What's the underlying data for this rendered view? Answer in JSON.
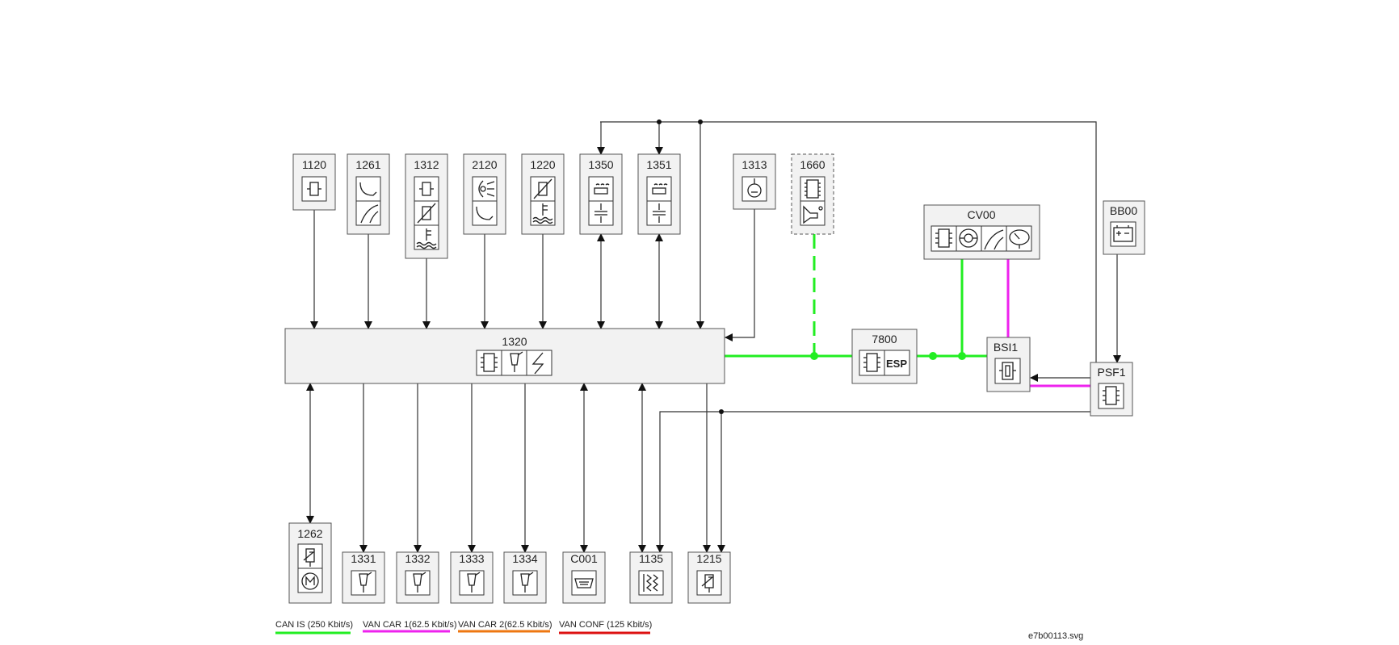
{
  "modules": {
    "m1120": "1120",
    "m1261": "1261",
    "m1312": "1312",
    "m2120": "2120",
    "m1220": "1220",
    "m1350": "1350",
    "m1351": "1351",
    "m1313": "1313",
    "m1660": "1660",
    "mCV00": "CV00",
    "mBB00": "BB00",
    "m1320": "1320",
    "m7800": "7800",
    "mBSI1": "BSI1",
    "mPSF1": "PSF1",
    "m1262": "1262",
    "m1331": "1331",
    "m1332": "1332",
    "m1333": "1333",
    "m1334": "1334",
    "mC001": "C001",
    "m1135": "1135",
    "m1215": "1215"
  },
  "esp_label": "ESP",
  "legend": [
    {
      "label": "CAN IS (250 Kbit/s)",
      "color": "#22ee22"
    },
    {
      "label": "VAN CAR 1(62.5 Kbit/s)",
      "color": "#ee22ee"
    },
    {
      "label": "VAN CAR 2(62.5 Kbit/s)",
      "color": "#ee7711"
    },
    {
      "label": "VAN CONF (125 Kbit/s)",
      "color": "#dd1111"
    }
  ],
  "filename": "e7b00113.svg",
  "colors": {
    "can": "#22ee22",
    "van1": "#ee22ee",
    "wire": "#333333"
  }
}
